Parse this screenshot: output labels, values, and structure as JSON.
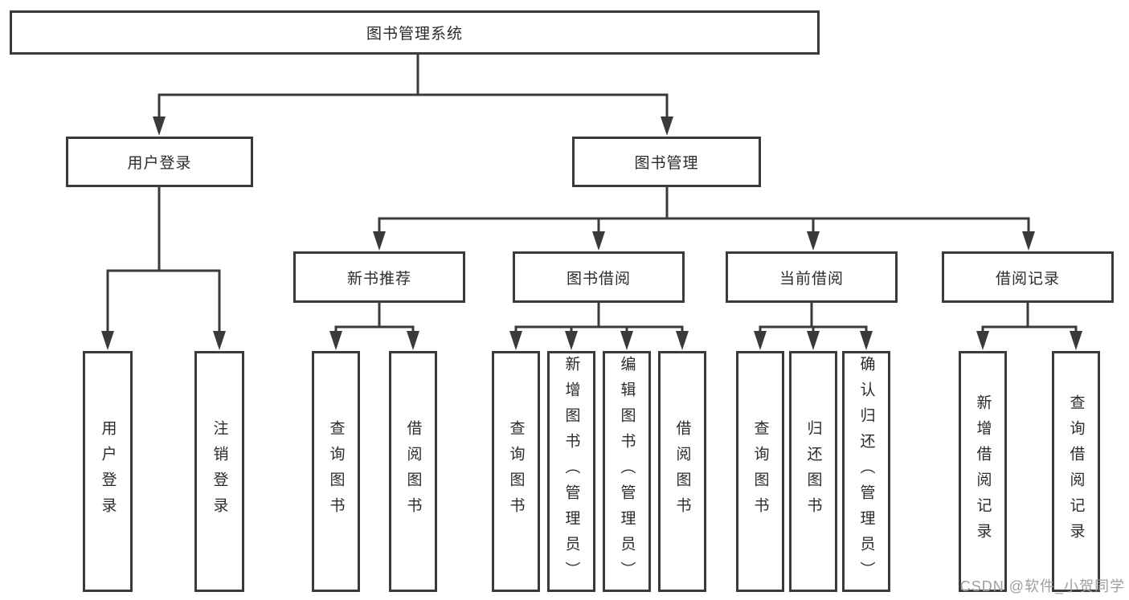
{
  "colors": {
    "line": "#3a3a3a",
    "box_border": "#3a3a3a",
    "text": "#2b2b2b",
    "watermark": "#9e9e9e",
    "background": "#ffffff"
  },
  "watermark": {
    "text": "CSDN @软件_小贺同学"
  },
  "diagram": {
    "root": {
      "label": "图书管理系统"
    },
    "branches": [
      {
        "label": "用户登录",
        "children": [
          "用户登录",
          "注销登录"
        ]
      },
      {
        "label": "图书管理",
        "children": [
          {
            "label": "新书推荐",
            "children": [
              "查询图书",
              "借阅图书"
            ]
          },
          {
            "label": "图书借阅",
            "children": [
              "查询图书",
              "新增图书（管理员）",
              "编辑图书（管理员）",
              "借阅图书"
            ]
          },
          {
            "label": "当前借阅",
            "children": [
              "查询图书",
              "归还图书",
              "确认归还（管理员）"
            ]
          },
          {
            "label": "借阅记录",
            "children": [
              "新增借阅记录",
              "查询借阅记录"
            ]
          }
        ]
      }
    ]
  }
}
